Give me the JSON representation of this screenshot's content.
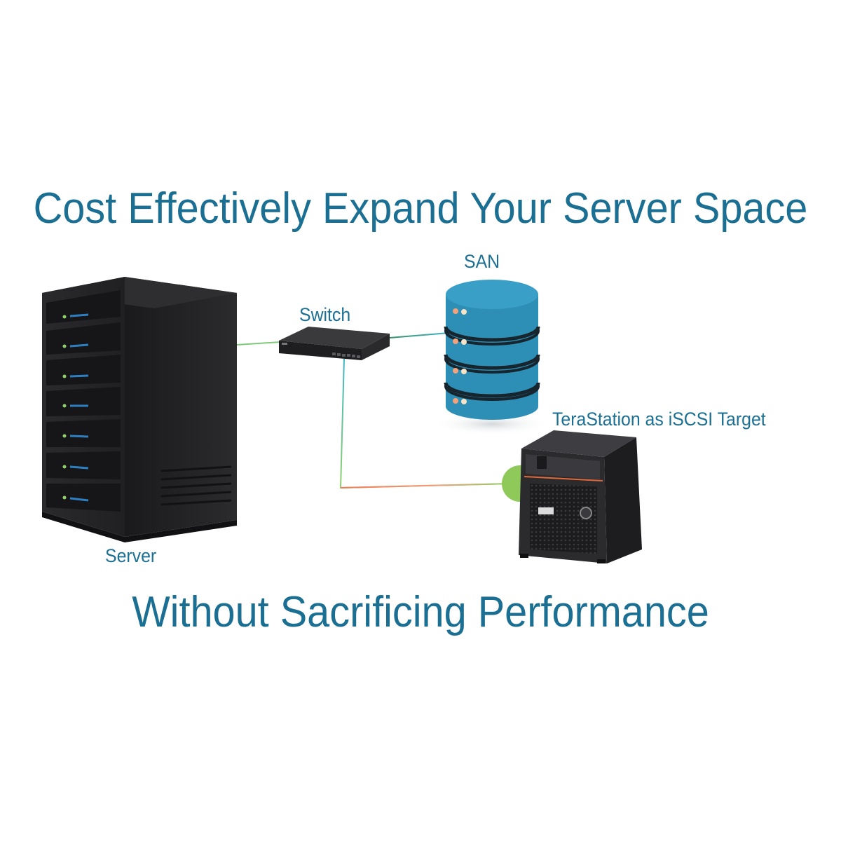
{
  "title": "Cost Effectively Expand Your Server Space",
  "subtitle": "Without Sacrificing Performance",
  "nodes": {
    "server": {
      "label": "Server"
    },
    "switch": {
      "label": "Switch"
    },
    "san": {
      "label": "SAN"
    },
    "terastation": {
      "label": "TeraStation as iSCSI Target"
    }
  },
  "colors": {
    "text": "#1a6f93",
    "san_blue": "#2d8fb5",
    "link_green": "#8fd16a",
    "link_teal": "#3fb5a6",
    "link_orange": "#f07a55",
    "device_dark": "#1d1d1f"
  }
}
